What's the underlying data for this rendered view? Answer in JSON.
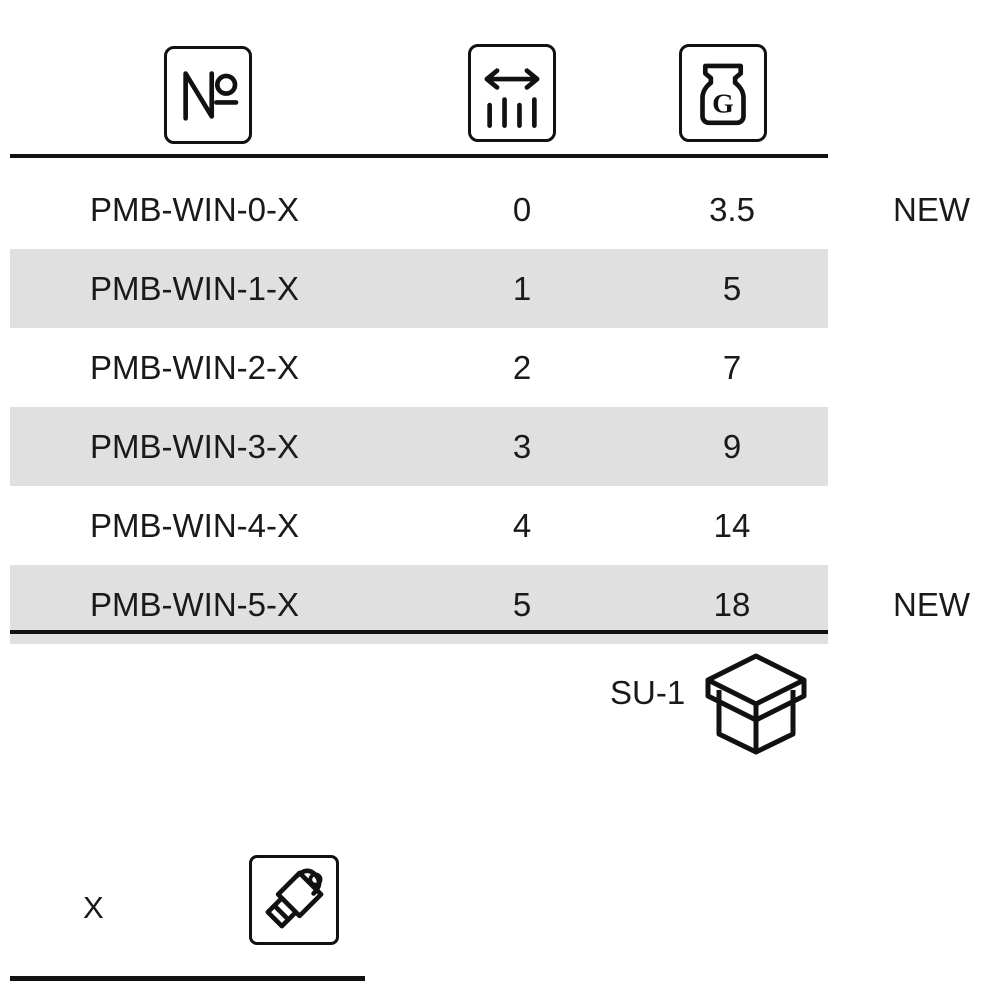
{
  "table": {
    "columns": [
      {
        "key": "code",
        "icon": "numero-icon",
        "label": "№"
      },
      {
        "key": "width",
        "icon": "width-bristle-icon",
        "label": ""
      },
      {
        "key": "gram",
        "icon": "jar-gram-icon",
        "label": "G"
      }
    ],
    "rows": [
      {
        "code": "PMB-WIN-0-X",
        "width": "0",
        "gram": "3.5",
        "badge": "NEW",
        "striped": false
      },
      {
        "code": "PMB-WIN-1-X",
        "width": "1",
        "gram": "5",
        "badge": "",
        "striped": true
      },
      {
        "code": "PMB-WIN-2-X",
        "width": "2",
        "gram": "7",
        "badge": "",
        "striped": false
      },
      {
        "code": "PMB-WIN-3-X",
        "width": "3",
        "gram": "9",
        "badge": "",
        "striped": true
      },
      {
        "code": "PMB-WIN-4-X",
        "width": "4",
        "gram": "14",
        "badge": "",
        "striped": false
      },
      {
        "code": "PMB-WIN-5-X",
        "width": "5",
        "gram": "18",
        "badge": "NEW",
        "striped": true
      }
    ]
  },
  "packaging": {
    "label": "SU-1",
    "icon": "box-carton-icon"
  },
  "tool": {
    "label": "X",
    "icon": "paintbrush-icon"
  },
  "colors": {
    "ink": "#111111",
    "text": "#1a1a1a",
    "stripe": "#e0e0e0",
    "background": "#ffffff"
  }
}
